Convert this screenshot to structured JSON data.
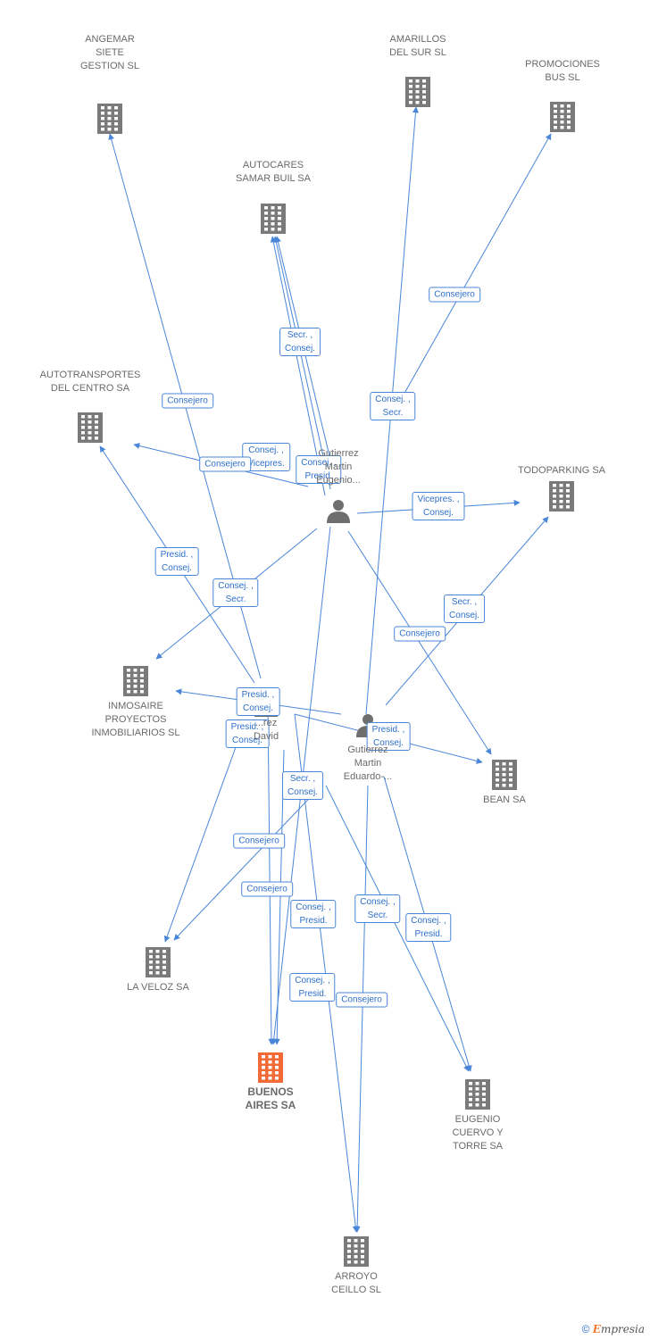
{
  "colors": {
    "edge": "#4a86d8",
    "company": "#7a7a7a",
    "focus_company": "#f26b36",
    "person": "#6e6e6e"
  },
  "companies": [
    {
      "id": "angemar",
      "label": "ANGEMAR\nSIETE\nGESTION SL",
      "icon": "building-icon"
    },
    {
      "id": "amarillos",
      "label": "AMARILLOS\nDEL SUR SL",
      "icon": "building-icon"
    },
    {
      "id": "promociones",
      "label": "PROMOCIONES\nBUS SL",
      "icon": "building-icon"
    },
    {
      "id": "autocares",
      "label": "AUTOCARES\nSAMAR BUIL SA",
      "icon": "building-icon"
    },
    {
      "id": "autotransportes",
      "label": "AUTOTRANSPORTES\nDEL CENTRO SA",
      "icon": "building-icon"
    },
    {
      "id": "todoparking",
      "label": "TODOPARKING SA",
      "icon": "building-icon"
    },
    {
      "id": "inmosaire",
      "label": "INMOSAIRE\nPROYECTOS\nINMOBILIARIOS SL",
      "icon": "building-icon"
    },
    {
      "id": "bean",
      "label": "BEAN SA",
      "icon": "building-icon"
    },
    {
      "id": "laveloz",
      "label": "LA VELOZ SA",
      "icon": "building-icon"
    },
    {
      "id": "buenosaires",
      "label": "BUENOS\nAIRES SA",
      "icon": "building-icon",
      "focus": true
    },
    {
      "id": "eugenio",
      "label": "EUGENIO\nCUERVO Y\nTORRE SA",
      "icon": "building-icon"
    },
    {
      "id": "arroyo",
      "label": "ARROYO\nCEILLO SL",
      "icon": "building-icon"
    }
  ],
  "people": [
    {
      "id": "p1",
      "label": "Gutierrez\nMartin\nEugenio...",
      "icon": "person-icon"
    },
    {
      "id": "p2",
      "label": "...rez\nDavid",
      "icon": "person-icon"
    },
    {
      "id": "p3",
      "label": "Gutierrez\nMartin\nEduardo-...",
      "icon": "person-icon"
    }
  ],
  "relations": [
    {
      "label": "Secr. ,\nConsej."
    },
    {
      "label": "Consejero"
    },
    {
      "label": "Consej. ,\nSecr."
    },
    {
      "label": "Consejero"
    },
    {
      "label": "Consej. ,\nVicepres."
    },
    {
      "label": "Consejero"
    },
    {
      "label": "Consej. ,\nPresid."
    },
    {
      "label": "Vicepres. ,\nConsej."
    },
    {
      "label": "Presid. ,\nConsej."
    },
    {
      "label": "Consej. ,\nSecr."
    },
    {
      "label": "Secr. ,\nConsej."
    },
    {
      "label": "Consejero"
    },
    {
      "label": "Presid. ,\nConsej."
    },
    {
      "label": "Presid. ,\nConsej."
    },
    {
      "label": "Presid. ,\nConsej."
    },
    {
      "label": "Secr. ,\nConsej."
    },
    {
      "label": "Consejero"
    },
    {
      "label": "Consejero"
    },
    {
      "label": "Consej. ,\nPresid."
    },
    {
      "label": "Consej. ,\nSecr."
    },
    {
      "label": "Consej. ,\nPresid."
    },
    {
      "label": "Consej. ,\nPresid."
    },
    {
      "label": "Consejero"
    }
  ],
  "footer": {
    "copyright": "©",
    "brand_first": "E",
    "brand_rest": "mpresia"
  }
}
